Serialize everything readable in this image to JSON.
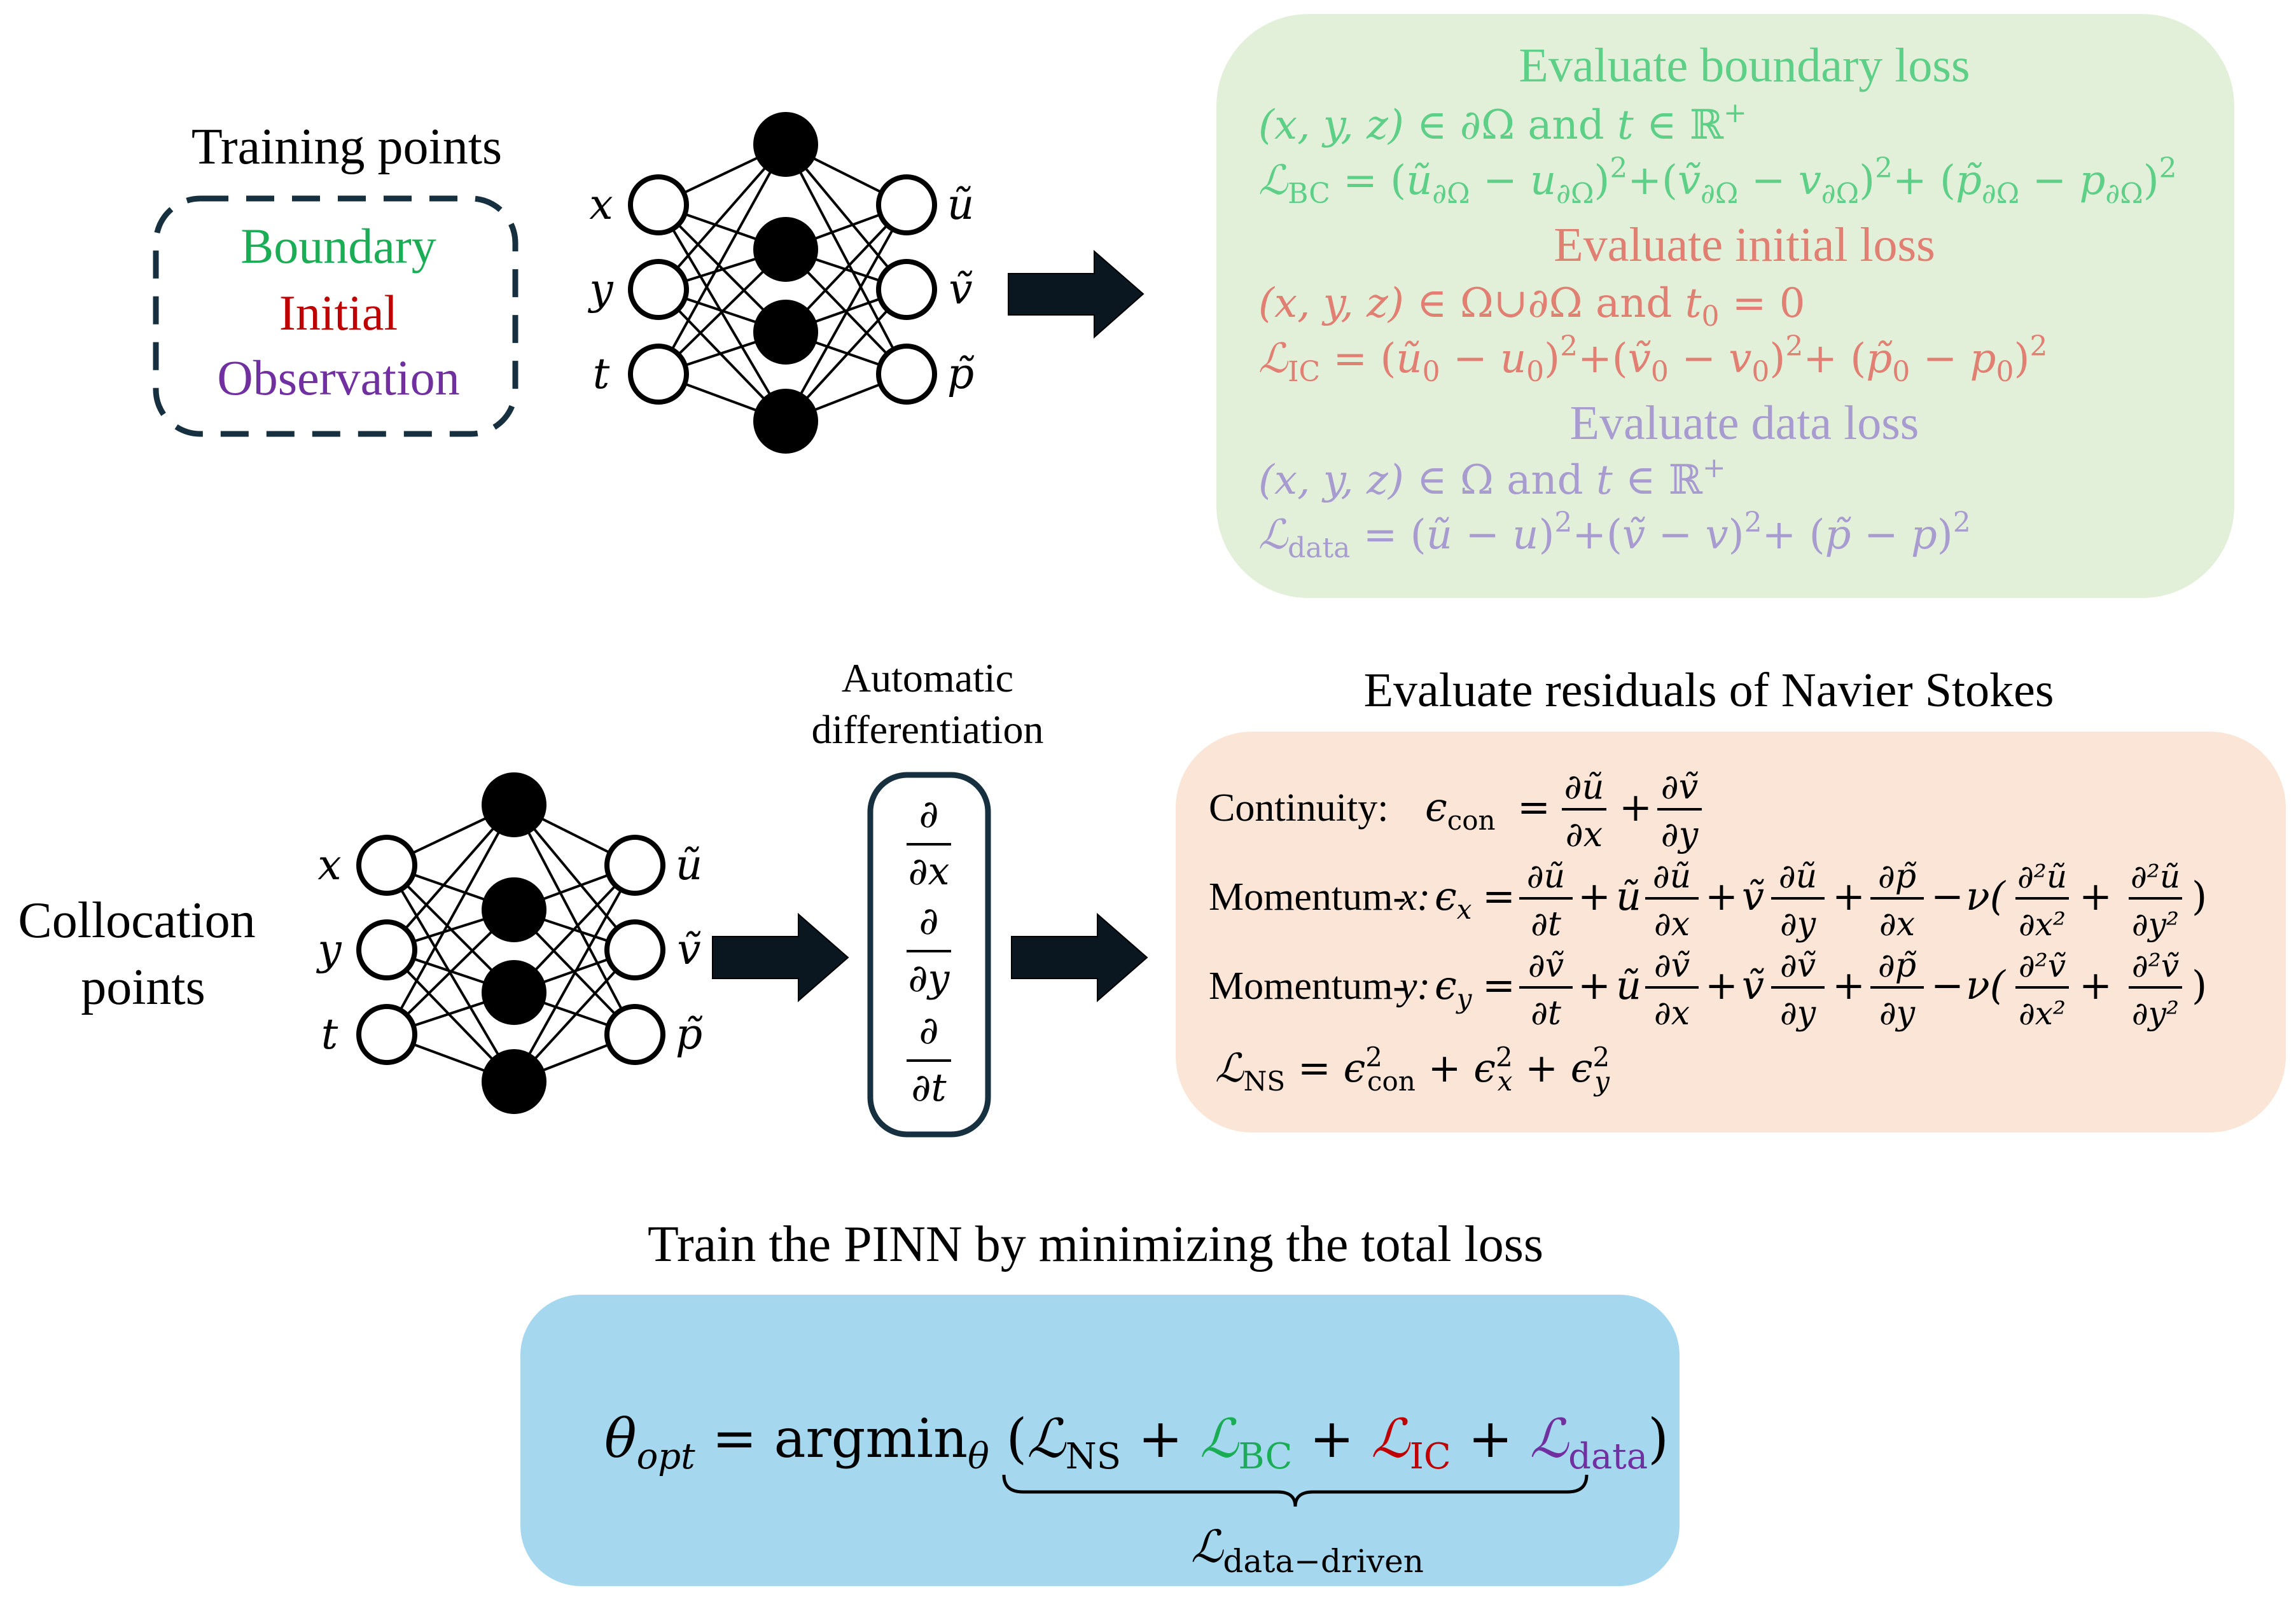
{
  "training": {
    "title": "Training points",
    "items": [
      {
        "label": "Boundary",
        "color": "#1aad55"
      },
      {
        "label": "Initial",
        "color": "#c00000"
      },
      {
        "label": "Observation",
        "color": "#7030a0"
      }
    ]
  },
  "collocation": {
    "line1": "Collocation",
    "line2": "points"
  },
  "network": {
    "inputs": [
      "x",
      "y",
      "t"
    ],
    "outputs": [
      "ũ",
      "ṽ",
      "p̃"
    ]
  },
  "boundary_box": {
    "bg": "#e2f0d9",
    "boundary": {
      "title": "Evaluate boundary loss",
      "domain": "(x, y, z) ∈ ∂Ω and t ∈ ℝ⁺",
      "loss": "ℒBC = (ũ∂Ω − u∂Ω)² + (ṽ∂Ω − v∂Ω)² + (p̃∂Ω − p∂Ω)²",
      "color": "#5ecf87"
    },
    "initial": {
      "title": "Evaluate initial loss",
      "domain": "(x, y, z) ∈ Ω∪∂Ω and t₀ = 0",
      "loss": "ℒIC = (ũ₀ − u₀)² + (ṽ₀ − v₀)² + (p̃₀ − p₀)²",
      "color": "#e07f72"
    },
    "data": {
      "title": "Evaluate data loss",
      "domain": "(x, y, z) ∈ Ω and t ∈ ℝ⁺",
      "loss": "ℒdata = (ũ − u)² + (ṽ − v)² + (p̃ − p)²",
      "color": "#a89bd0"
    }
  },
  "autodiff": {
    "title_line1": "Automatic",
    "title_line2": "differentiation",
    "ops": [
      "∂/∂x",
      "∂/∂y",
      "∂/∂t"
    ]
  },
  "ns_box": {
    "title": "Evaluate residuals of Navier Stokes",
    "bg": "#fbe5d6",
    "continuity": "Continuity: ϵcon = ∂ũ/∂x + ∂ṽ/∂y",
    "momentum_x": "Momentum-x: ϵx = ∂ũ/∂t + ũ ∂ũ/∂x + ṽ ∂ũ/∂y + ∂p̃/∂x − ν(∂²ũ/∂x² + ∂²ũ/∂y²)",
    "momentum_y": "Momentum-y: ϵy = ∂ṽ/∂t + ũ ∂ṽ/∂x + ṽ ∂ṽ/∂y + ∂p̃/∂y − ν(∂²ṽ/∂x² + ∂²ṽ/∂y²)",
    "loss": "ℒNS = ϵcon² + ϵx² + ϵy²"
  },
  "total": {
    "title": "Train the PINN by minimizing the total loss",
    "bg": "#a5d8ef",
    "equation": "θopt = argminθ (ℒNS + ℒBC + ℒIC + ℒdata)",
    "brace_label": "ℒdata−driven",
    "colors": {
      "bc": "#1aad55",
      "ic": "#c00000",
      "data": "#7030a0"
    }
  }
}
